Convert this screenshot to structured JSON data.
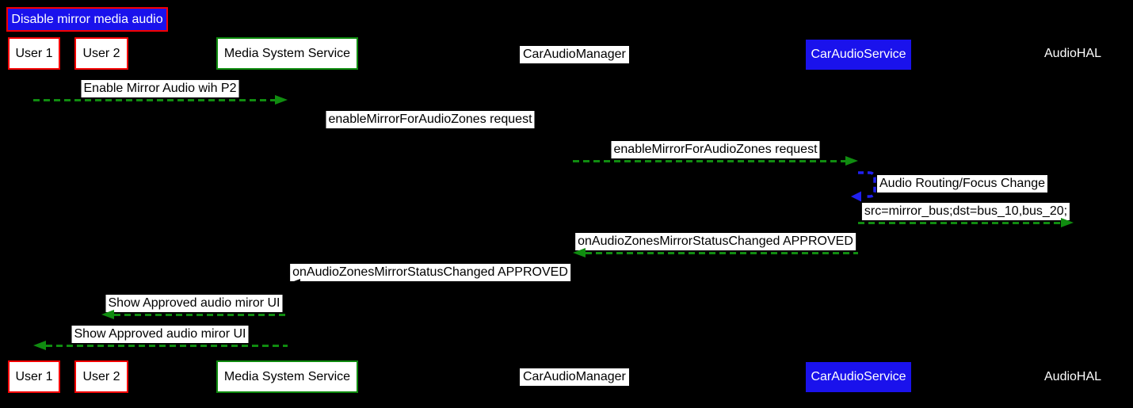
{
  "title": "Disable mirror media audio",
  "participants": {
    "user1": "User 1",
    "user2": "User 2",
    "media_system_service": "Media System Service",
    "car_audio_manager": "CarAudioManager",
    "car_audio_service": "CarAudioService",
    "audio_hal": "AudioHAL"
  },
  "messages": [
    {
      "label": "Enable Mirror Audio wih P2",
      "from": "User 1",
      "to": "Media System Service",
      "arrow_style": "green-dashed"
    },
    {
      "label": "enableMirrorForAudioZones request",
      "from": "Media System Service",
      "to": "CarAudioManager",
      "arrow_style": "black-dashed-invisible"
    },
    {
      "label": "enableMirrorForAudioZones request",
      "from": "CarAudioManager",
      "to": "CarAudioService",
      "arrow_style": "green-dashed"
    },
    {
      "label": "Audio Routing/Focus Change",
      "from": "CarAudioService",
      "to": "CarAudioService",
      "arrow_style": "blue-dashed-selfloop"
    },
    {
      "label": "src=mirror_bus;dst=bus_10,bus_20;",
      "from": "CarAudioService",
      "to": "AudioHAL",
      "arrow_style": "green-dashed"
    },
    {
      "label": "onAudioZonesMirrorStatusChanged APPROVED",
      "from": "CarAudioService",
      "to": "CarAudioManager",
      "arrow_style": "green-dashed"
    },
    {
      "label": "onAudioZonesMirrorStatusChanged APPROVED",
      "from": "CarAudioManager",
      "to": "Media System Service",
      "arrow_style": "black-dashed-invisible"
    },
    {
      "label": "Show Approved audio miror UI",
      "from": "Media System Service",
      "to": "User 2",
      "arrow_style": "green-dashed"
    },
    {
      "label": "Show Approved audio miror UI",
      "from": "Media System Service",
      "to": "User 1",
      "arrow_style": "green-dashed"
    }
  ],
  "colors": {
    "background": "#000000",
    "arrow_green": "#108c10",
    "arrow_blue": "#2020f0",
    "box_blue": "#1a12ec",
    "border_red": "#f40000",
    "border_green": "#0e8b0e",
    "label_bg": "#ffffff",
    "label_text": "#000000"
  }
}
